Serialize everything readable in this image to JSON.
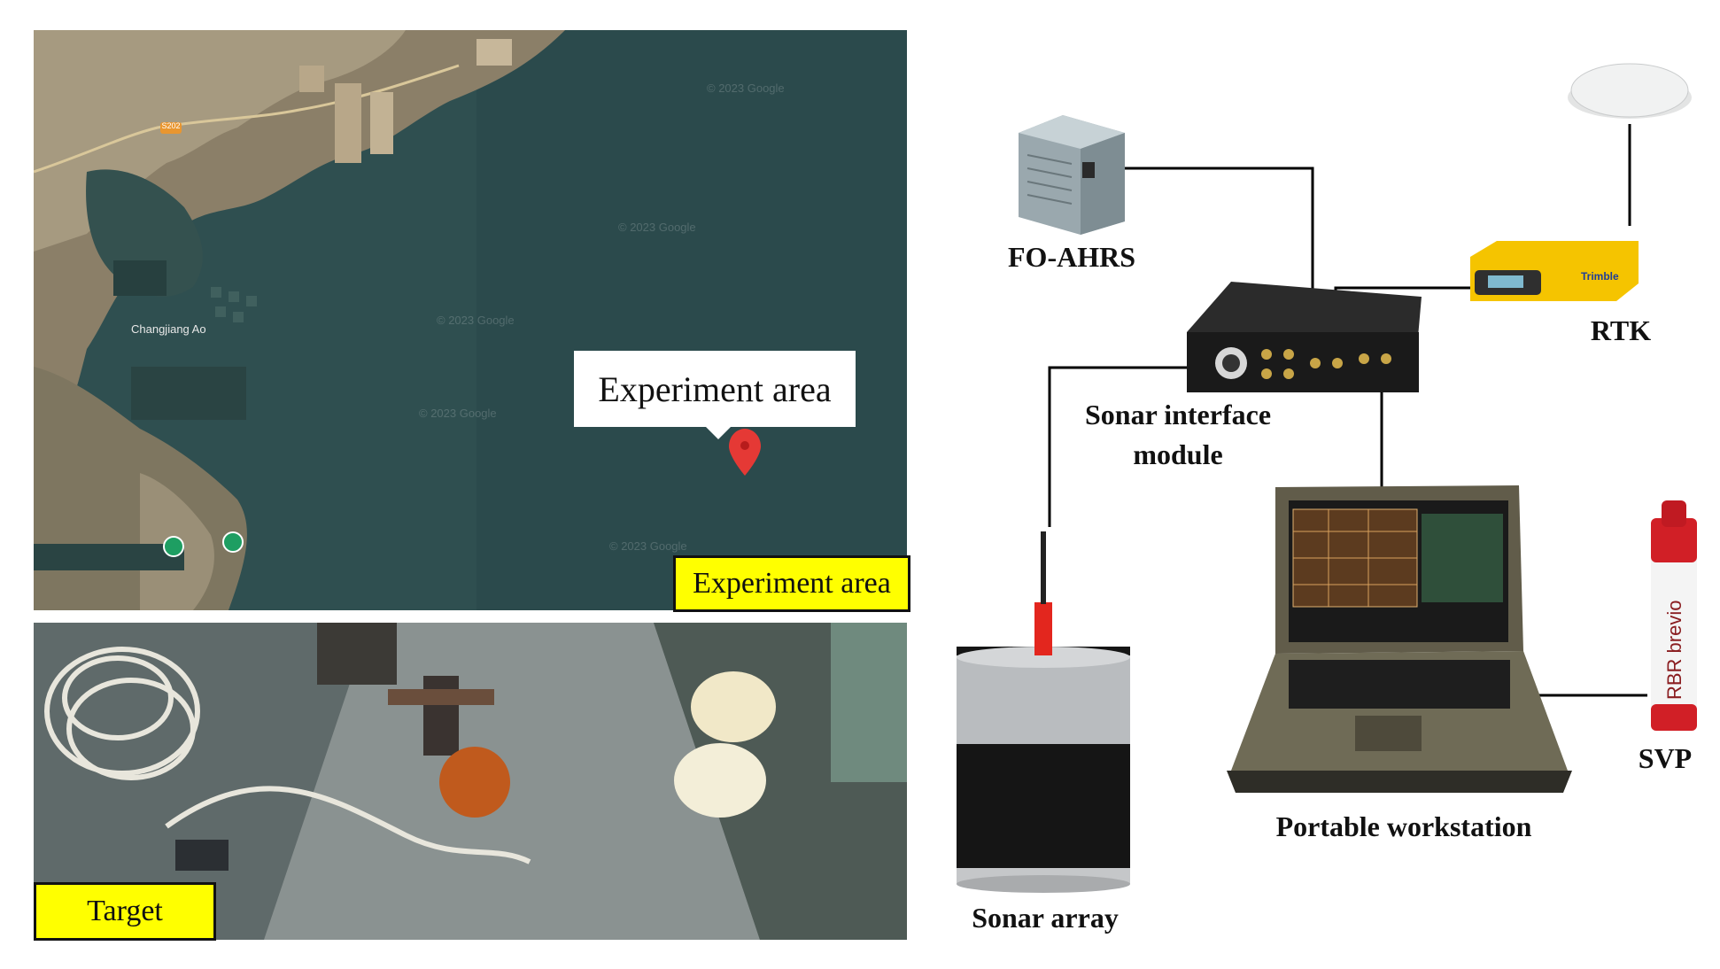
{
  "map": {
    "place_name": "Changjiang Ao",
    "road_badge": "S202",
    "watermark": "© 2023 Google",
    "callout_label": "Experiment area",
    "corner_label": "Experiment area"
  },
  "photo": {
    "corner_label": "Target"
  },
  "components": {
    "ahrs_label": "FO-AHRS",
    "rtk_label": "RTK",
    "rtk_brand": "Trimble",
    "interface_label_line1": "Sonar interface",
    "interface_label_line2": "module",
    "workstation_label": "Portable workstation",
    "svp_label": "SVP",
    "svp_brand": "RBR brevio",
    "array_label": "Sonar array"
  },
  "colors": {
    "sea": "#2d4d4d",
    "tag_yellow": "#ffff00",
    "pin_red": "#e53935",
    "rtk_yellow": "#f5c400",
    "cable": "#000000"
  }
}
